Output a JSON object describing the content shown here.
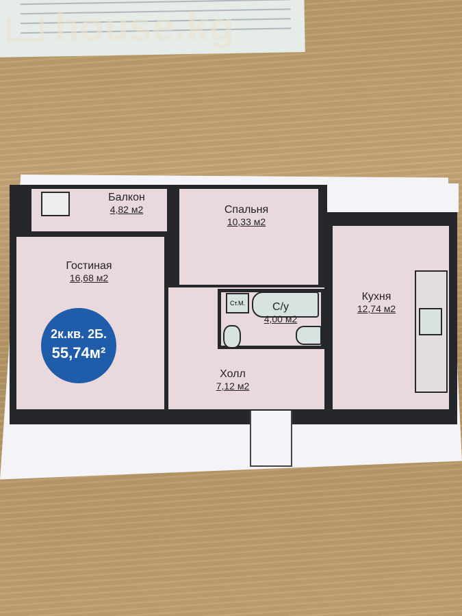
{
  "watermark": "house.kg",
  "plan": {
    "rooms": [
      {
        "name": "Балкон",
        "area": "4,82 м2"
      },
      {
        "name": "Спальня",
        "area": "10,33 м2"
      },
      {
        "name": "Гостиная",
        "area": "16,68 м2"
      },
      {
        "name": "С/у",
        "area": "4,00 м2"
      },
      {
        "name": "Кухня",
        "area": "12,74 м2"
      },
      {
        "name": "Холл",
        "area": "7,12 м2"
      }
    ],
    "washer_label": "Ст.М.",
    "badge": {
      "type": "2к.кв. 2Б.",
      "total": "55,74м²"
    },
    "colors": {
      "wall": "#25272b",
      "room": "#ead9dc",
      "badge": "#1f5ca9"
    }
  }
}
